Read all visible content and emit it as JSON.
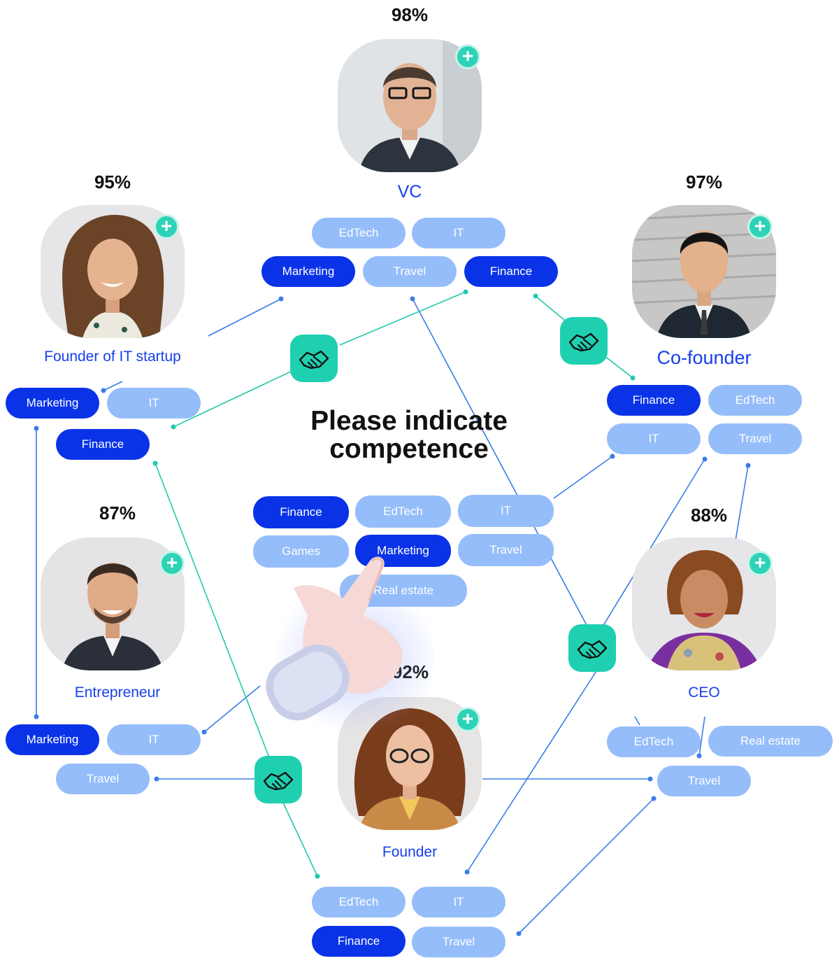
{
  "heading": "Please indicate competence",
  "colors": {
    "selected": "#0a33e8",
    "unselected": "#95bdfa",
    "accent": "#2ed3b7",
    "role_text": "#1740ec"
  },
  "icons": {
    "add": "plus-icon",
    "match": "handshake-icon",
    "pointer": "pointing-hand-icon"
  },
  "plus_label": "+",
  "profiles": {
    "vc": {
      "match": "98%",
      "role": "VC",
      "tags": [
        "EdTech",
        "IT",
        "Marketing",
        "Travel",
        "Finance"
      ],
      "selected": [
        "Marketing",
        "Finance"
      ]
    },
    "founder_it": {
      "match": "95%",
      "role": "Founder of IT startup",
      "tags": [
        "Marketing",
        "IT",
        "Finance"
      ],
      "selected": [
        "Marketing",
        "Finance"
      ]
    },
    "cofounder": {
      "match": "97%",
      "role": "Co-founder",
      "tags": [
        "Finance",
        "EdTech",
        "IT",
        "Travel"
      ],
      "selected": [
        "Finance"
      ]
    },
    "entrepreneur": {
      "match": "87%",
      "role": "Entrepreneur",
      "tags": [
        "Marketing",
        "IT",
        "Travel"
      ],
      "selected": [
        "Marketing"
      ]
    },
    "ceo": {
      "match": "88%",
      "role": "CEO",
      "tags": [
        "EdTech",
        "Real estate",
        "Travel"
      ],
      "selected": []
    },
    "founder": {
      "match": "92%",
      "role": "Founder",
      "tags": [
        "EdTech",
        "IT",
        "Finance",
        "Travel"
      ],
      "selected": [
        "Finance"
      ]
    }
  },
  "competence_options": [
    "Finance",
    "EdTech",
    "IT",
    "Games",
    "Marketing",
    "Travel",
    "Real estate"
  ],
  "competence_selected": [
    "Finance",
    "Marketing"
  ]
}
